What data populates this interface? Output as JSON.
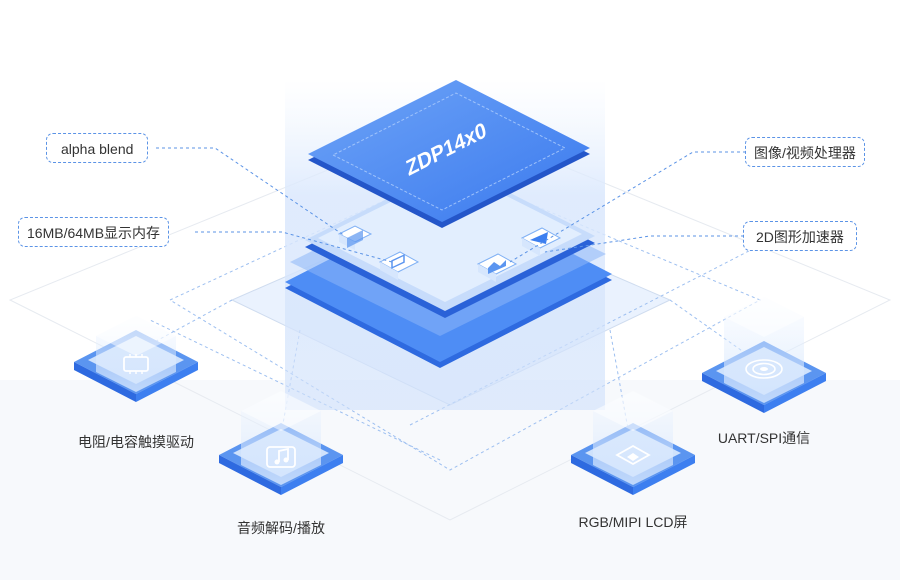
{
  "chip": {
    "name": "ZDP14x0",
    "features": [
      {
        "label": "alpha blend",
        "icon": "alpha-blend-icon"
      },
      {
        "label": "16MB/64MB显示内存",
        "icon": "memory-icon"
      },
      {
        "label": "图像/视频处理器",
        "icon": "image-video-icon"
      },
      {
        "label": "2D图形加速器",
        "icon": "accelerator-icon"
      }
    ]
  },
  "modules": [
    {
      "label": "电阻/电容触摸驱动",
      "icon": "touch-chip-icon"
    },
    {
      "label": "音频解码/播放",
      "icon": "music-note-icon"
    },
    {
      "label": "RGB/MIPI LCD屏",
      "icon": "lcd-screen-icon"
    },
    {
      "label": "UART/SPI通信",
      "icon": "signal-icon"
    }
  ],
  "colors": {
    "primary": "#3d7ff0",
    "primary_dark": "#2a62d8",
    "light": "#cfe2fc",
    "dashed": "#5b93e6"
  }
}
